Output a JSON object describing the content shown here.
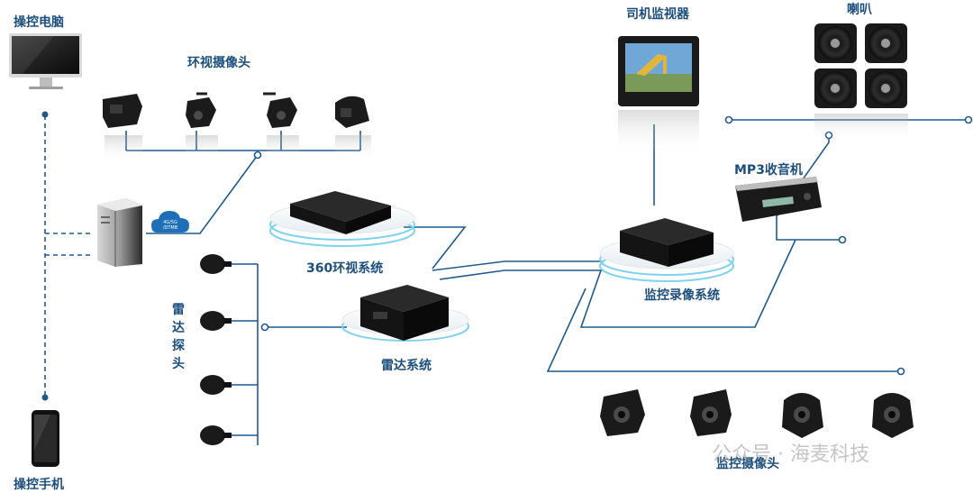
{
  "labels": {
    "pc": "操控电脑",
    "phone": "操控手机",
    "surround_cameras": "环视摄像头",
    "surround_system": "360环视系统",
    "radar_probe": "雷达探头",
    "radar_system": "雷达系统",
    "driver_monitor": "司机监视器",
    "speakers": "喇叭",
    "mp3_radio": "MP3收音机",
    "recording_system": "监控录像系统",
    "monitoring_cameras": "监控摄像头"
  },
  "cloud_badge": {
    "line1": "4G/5G",
    "line2": "/DTMB"
  },
  "watermark": {
    "text": "公众号 · 海麦科技"
  },
  "colors": {
    "line": "#1f5a8f",
    "text": "#1c4f7e",
    "cloud": "#1f6fb8",
    "glow": "#7fd3ee"
  }
}
